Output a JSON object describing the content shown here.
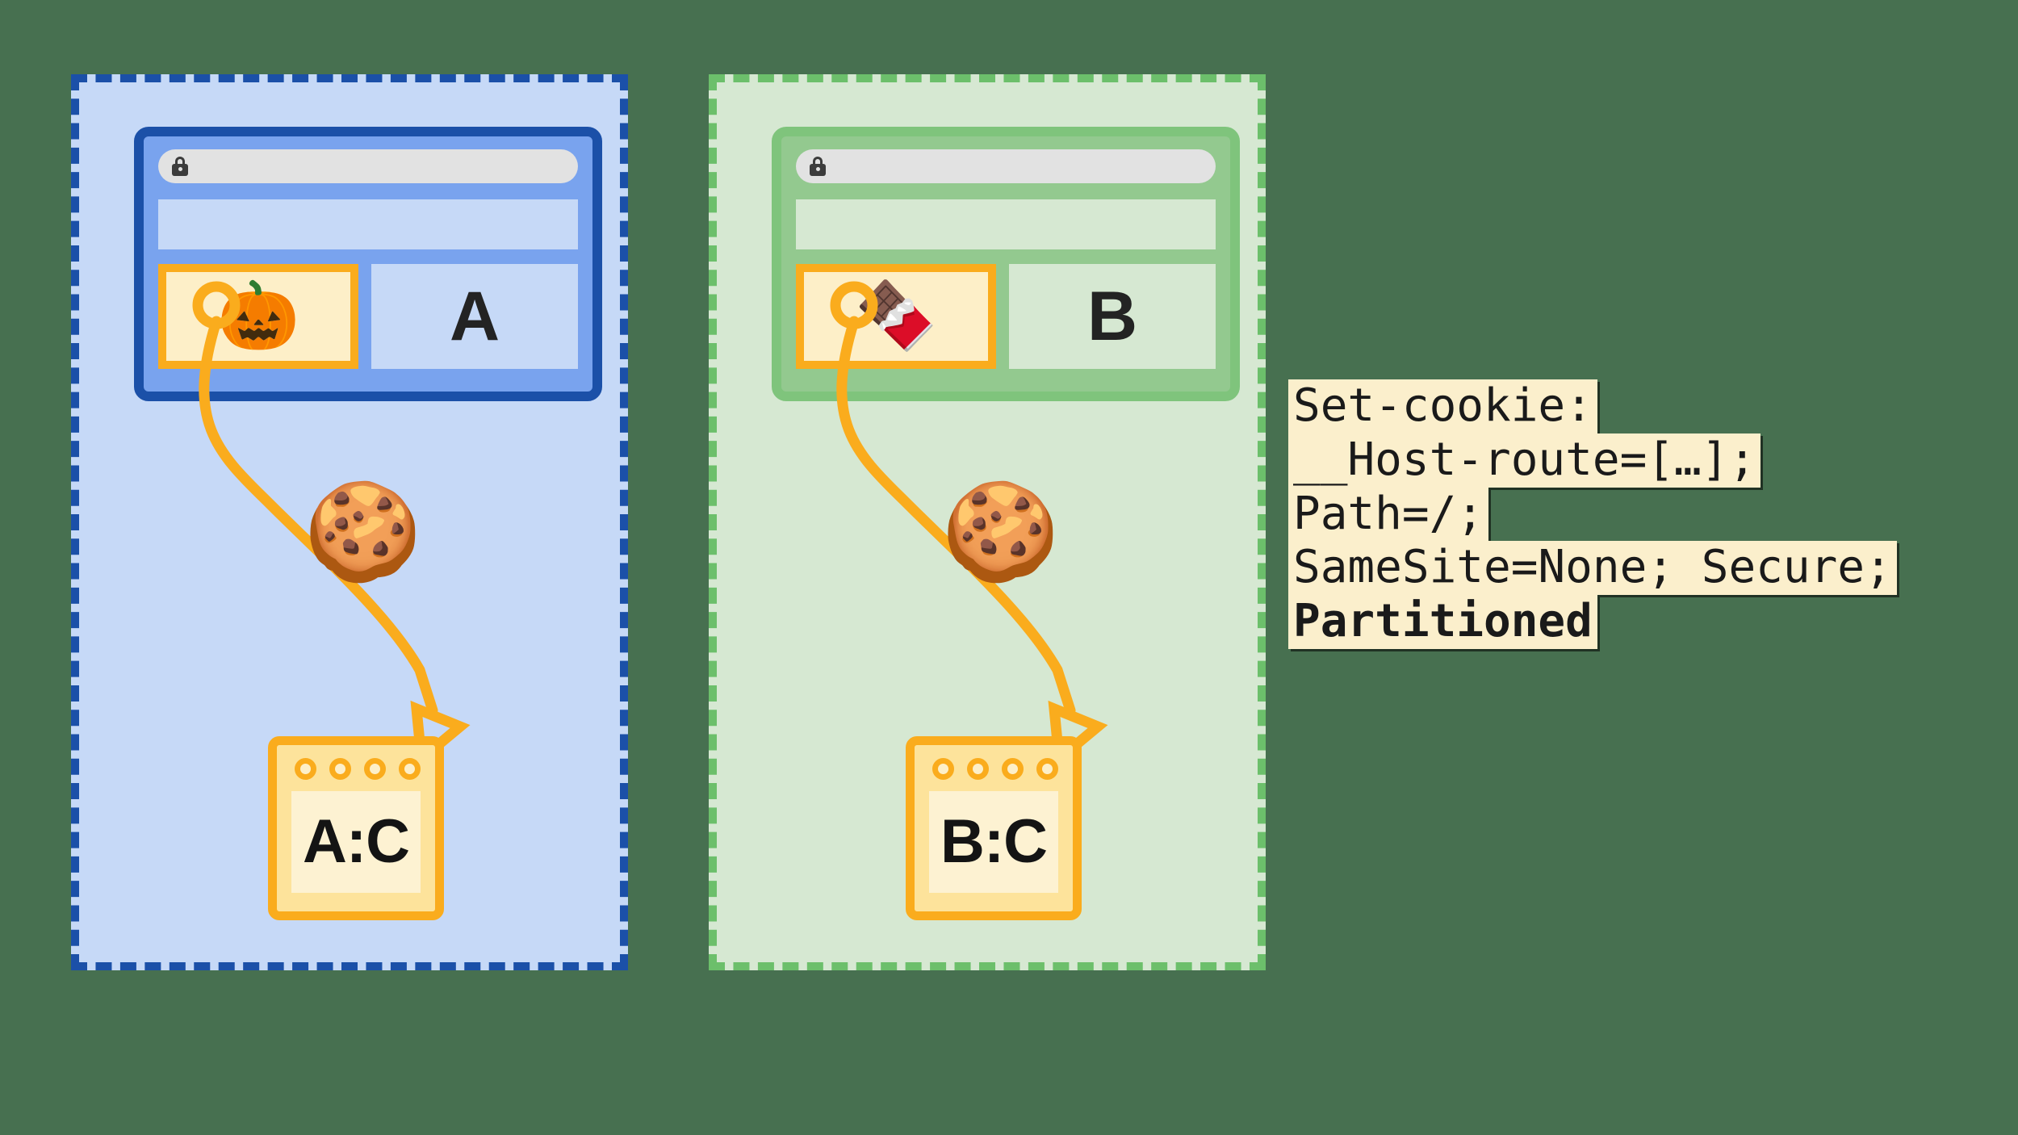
{
  "background_color": "#477050",
  "panels": [
    {
      "id": "a",
      "partition_border_color": "#1B50A8",
      "partition_fill_color": "#C6D9F7",
      "browser": {
        "border_color": "#1B50A8",
        "fill_color": "#79A3EE",
        "urlbar_icon": "lock-icon",
        "iframe_emoji": "🎃",
        "site_letter": "A"
      },
      "cookie_emoji": "🍪",
      "jar": {
        "label": "A:C",
        "holes": 4
      }
    },
    {
      "id": "b",
      "partition_border_color": "#6CBF6B",
      "partition_fill_color": "#D6E8D2",
      "browser": {
        "border_color": "#7FC47C",
        "fill_color": "#93C98F",
        "urlbar_icon": "lock-icon",
        "iframe_emoji": "🍫",
        "site_letter": "B"
      },
      "cookie_emoji": "🍪",
      "jar": {
        "label": "B:C",
        "holes": 4
      }
    }
  ],
  "code_block": {
    "accent_color": "#FBEFCC",
    "lines": [
      {
        "text": "Set-cookie:",
        "bold": false
      },
      {
        "text": "__Host-route=[…];",
        "bold": false
      },
      {
        "text": "Path=/;",
        "bold": false
      },
      {
        "text": "SameSite=None; Secure;",
        "bold": false
      },
      {
        "text": "Partitioned",
        "bold": true
      }
    ]
  },
  "tether": {
    "color": "#FAAC1D",
    "stroke_width": 13
  }
}
